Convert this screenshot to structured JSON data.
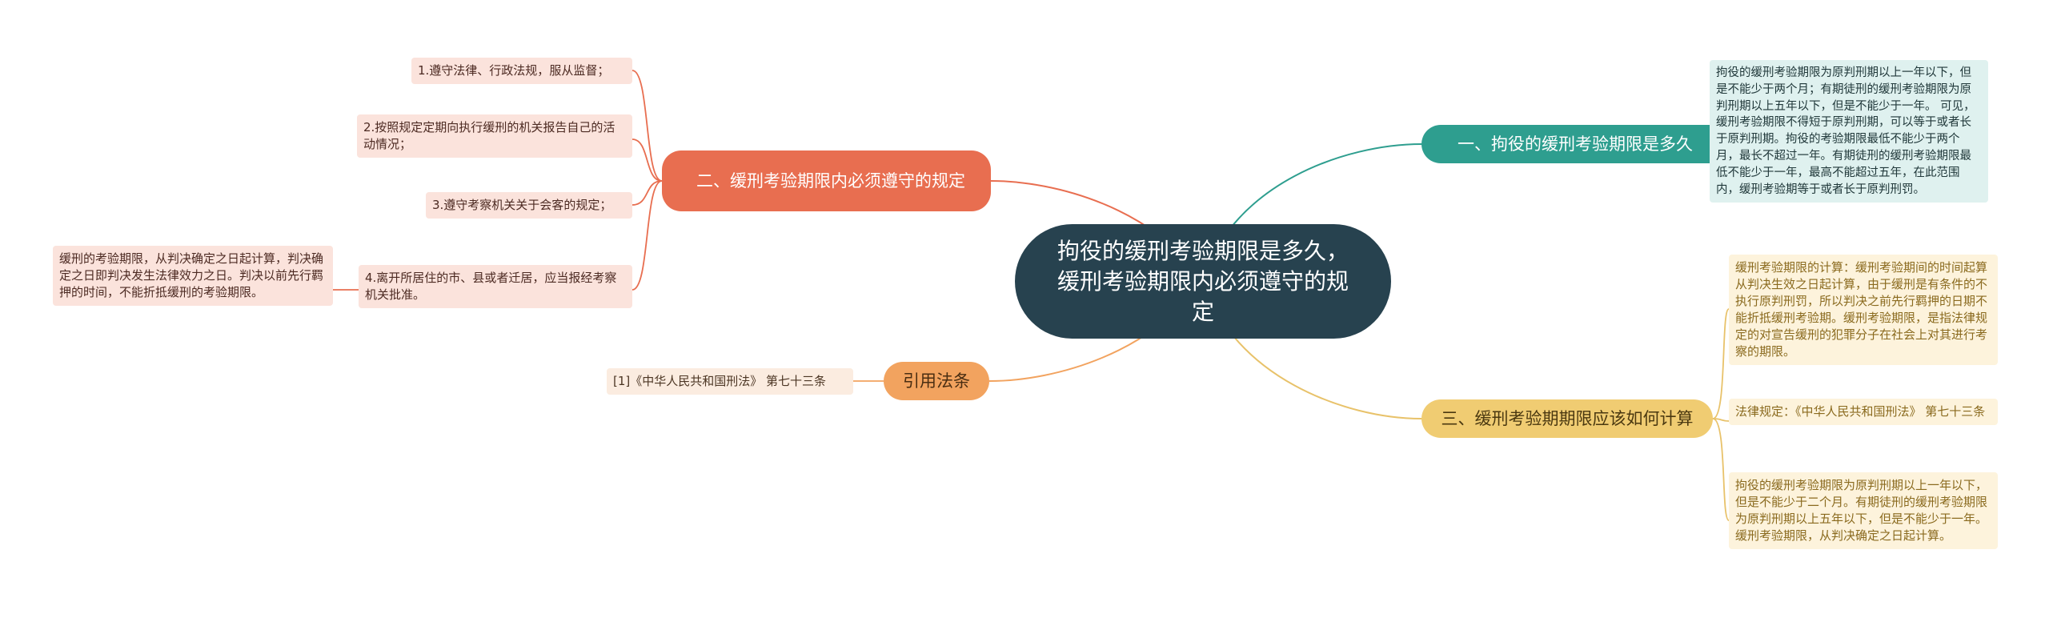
{
  "root": {
    "title": "拘役的缓刑考验期限是多久，缓刑考验期限内必须遵守的规定"
  },
  "branches": {
    "obligations": {
      "label": "二、缓刑考验期限内必须遵守的规定",
      "color": "#e86e50",
      "items": [
        "1.遵守法律、行政法规，服从监督；",
        "2.按照规定定期向执行缓刑的机关报告自己的活动情况；",
        "3.遵守考察机关关于会客的规定；",
        "4.离开所居住的市、县或者迁居，应当报经考察机关批准。"
      ],
      "note": "缓刑的考验期限，从判决确定之日起计算，判决确定之日即判决发生法律效力之日。判决以前先行羁押的时间，不能折抵缓刑的考验期限。"
    },
    "law": {
      "label": "引用法条",
      "color": "#f2a35f",
      "items": [
        "[1]《中华人民共和国刑法》 第七十三条"
      ]
    },
    "duration": {
      "label": "一、拘役的缓刑考验期限是多久",
      "color": "#2e9e8f",
      "text": "拘役的缓刑考验期限为原判刑期以上一年以下，但是不能少于两个月；有期徒刑的缓刑考验期限为原判刑期以上五年以下，但是不能少于一年。 可见，缓刑考验期限不得短于原判刑期，可以等于或者长于原判刑期。拘役的考验期限最低不能少于两个月，最长不超过一年。有期徒刑的缓刑考验期限最低不能少于一年，最高不能超过五年，在此范围内，缓刑考验期等于或者长于原判刑罚。"
    },
    "calculation": {
      "label": "三、缓刑考验期期限应该如何计算",
      "color": "#f0cc72",
      "items": [
        "缓刑考验期限的计算：缓刑考验期间的时间起算从判决生效之日起计算，由于缓刑是有条件的不执行原判刑罚，所以判决之前先行羁押的日期不能折抵缓刑考验期。缓刑考验期限，是指法律规定的对宣告缓刑的犯罪分子在社会上对其进行考察的期限。",
        "法律规定：《中华人民共和国刑法》 第七十三条",
        "拘役的缓刑考验期限为原判刑期以上一年以下，但是不能少于二个月。有期徒刑的缓刑考验期限为原判刑期以上五年以下，但是不能少于一年。缓刑考验期限，从判决确定之日起计算。"
      ]
    }
  }
}
